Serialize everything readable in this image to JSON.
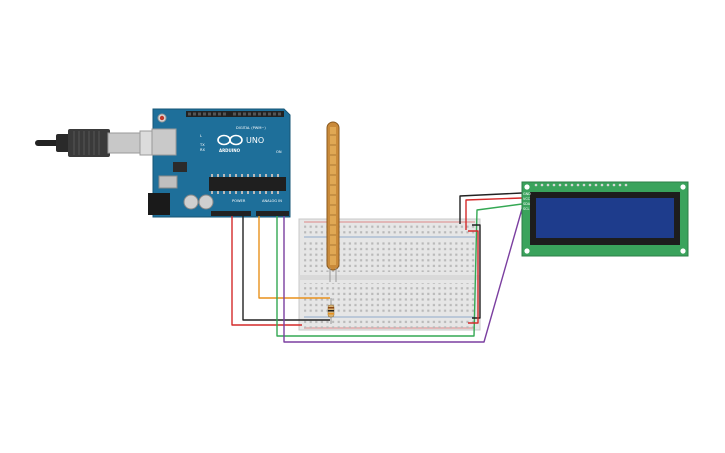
{
  "arduino": {
    "brand": "ARDUINO",
    "model": "UNO",
    "digital_label": "DIGITAL (PWM~)",
    "power_label": "POWER",
    "analog_label": "ANALOG IN",
    "tx_label": "TX",
    "rx_label": "RX",
    "l_label": "L",
    "on_label": "ON"
  },
  "lcd": {
    "pin_labels": [
      "GND",
      "VCC",
      "SDA",
      "SCL"
    ]
  },
  "colors": {
    "arduino_board": "#1e6f9a",
    "lcd_board": "#3aa35c",
    "lcd_screen": "#1e3c8c",
    "wire_red": "#d42a2a",
    "wire_black": "#222222",
    "wire_orange": "#e8911c",
    "wire_green": "#34a853",
    "wire_purple": "#7b3fa0",
    "flex_sensor": "#c98a3a"
  }
}
